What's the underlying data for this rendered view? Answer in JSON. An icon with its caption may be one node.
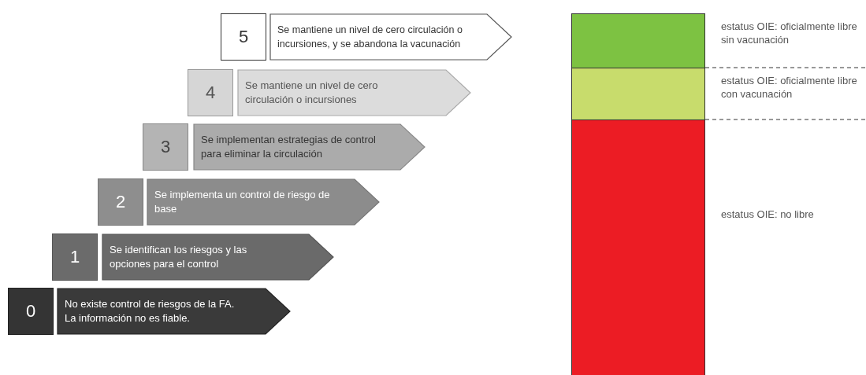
{
  "diagram": {
    "nodes": [
      {
        "text": [
          "5"
        ]
      },
      {
        "text": [
          "Se mantiene un nivel de cero circulación o incursiones, y se abandona la vacunación"
        ]
      },
      {
        "text": [
          "4"
        ]
      },
      {
        "text": [
          "Se mantiene un nivel de cero circulación o incursiones"
        ]
      },
      {
        "text": [
          "3"
        ]
      },
      {
        "text": [
          "Se implementan estrategias de control para eliminar la circulación"
        ]
      },
      {
        "text": [
          "2"
        ]
      },
      {
        "text": [
          "Se implementa un control de riesgo de base"
        ]
      },
      {
        "text": [
          "1"
        ]
      },
      {
        "text": [
          "Se identifican los riesgos y las opciones para el control"
        ]
      },
      {
        "text": [
          "0"
        ]
      },
      {
        "text": [
          "No existe control de riesgos de la FA. La información no es fiable."
        ]
      },
      {
        "text": [],
        "shape": "bar",
        "beside": [
          "estatus OIE: oficialmente libre sin vacunación"
        ]
      },
      {
        "text": [],
        "shape": "bar",
        "beside": [
          "estatus OIE: oficialmente libre con vacunación"
        ]
      },
      {
        "text": [],
        "shape": "bar",
        "beside": [
          "estatus OIE: no libre"
        ]
      }
    ],
    "edges": []
  }
}
